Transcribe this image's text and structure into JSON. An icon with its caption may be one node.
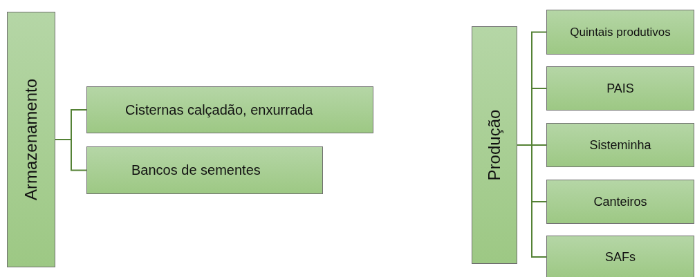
{
  "diagram": {
    "nodes": [
      {
        "text": [
          "Armazenamento"
        ]
      },
      {
        "text": [
          "Cisternas calçadão, enxurrada"
        ]
      },
      {
        "text": [
          "Bancos de sementes"
        ]
      },
      {
        "text": [
          "Produção"
        ]
      },
      {
        "text": [
          "Quintais produtivos"
        ]
      },
      {
        "text": [
          "PAIS"
        ]
      },
      {
        "text": [
          "Sisteminha"
        ]
      },
      {
        "text": [
          "Canteiros"
        ]
      },
      {
        "text": [
          "SAFs"
        ]
      }
    ],
    "edges": [
      {
        "from": 0,
        "to": 1,
        "arrow": "none"
      },
      {
        "from": 0,
        "to": 2,
        "arrow": "none"
      },
      {
        "from": 3,
        "to": 4,
        "arrow": "none"
      },
      {
        "from": 3,
        "to": 5,
        "arrow": "none"
      },
      {
        "from": 3,
        "to": 6,
        "arrow": "none"
      },
      {
        "from": 3,
        "to": 7,
        "arrow": "none"
      },
      {
        "from": 3,
        "to": 8,
        "arrow": "none"
      }
    ]
  }
}
